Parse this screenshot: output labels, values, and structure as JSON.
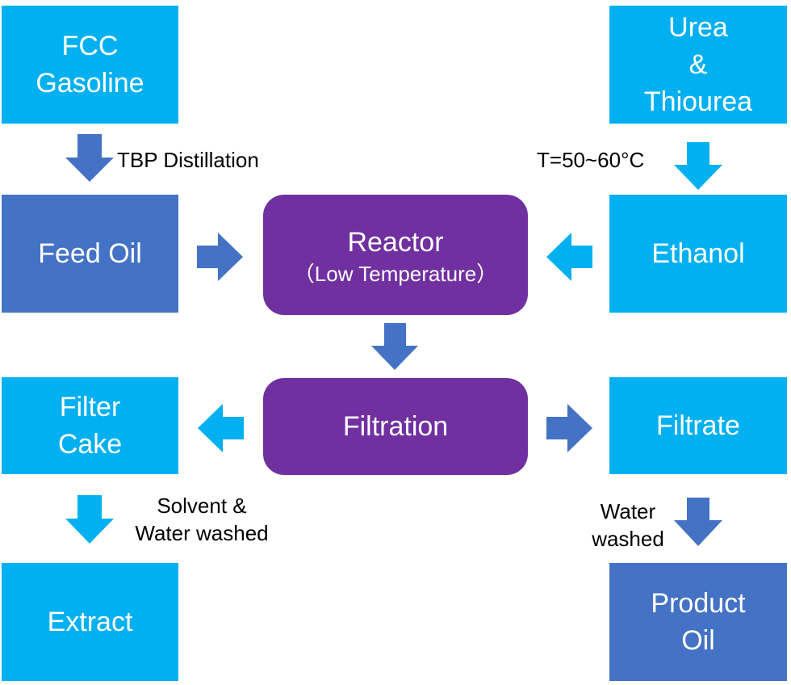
{
  "nodes": {
    "fcc_gasoline": [
      "FCC",
      "Gasoline"
    ],
    "urea_thiourea": [
      "Urea",
      "&",
      "Thiourea"
    ],
    "feed_oil": "Feed Oil",
    "reactor": {
      "title": "Reactor",
      "subtitle": "（Low Temperature）"
    },
    "ethanol": "Ethanol",
    "filter_cake": [
      "Filter",
      "Cake"
    ],
    "filtration": "Filtration",
    "filtrate": "Filtrate",
    "extract": "Extract",
    "product_oil": [
      "Product",
      "Oil"
    ]
  },
  "edge_labels": {
    "tbp": "TBP Distillation",
    "temperature": "T=50~60°C",
    "solvent": [
      "Solvent &",
      "Water washed"
    ],
    "water": [
      "Water",
      "washed"
    ]
  },
  "colors": {
    "light_box": "#00B0F0",
    "dark_box": "#4472C4",
    "process_box": "#7030A0",
    "light_arrow": "#00B0F0",
    "dark_arrow": "#4472C4"
  }
}
